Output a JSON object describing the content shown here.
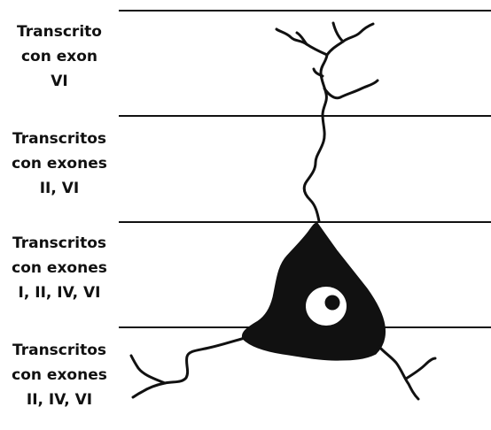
{
  "bands": [
    {
      "lines": [
        "Transcrito",
        "con exon",
        "VI"
      ]
    },
    {
      "lines": [
        "Transcritos",
        "con exones",
        "II, VI"
      ]
    },
    {
      "lines": [
        "Transcritos",
        "con exones",
        "I, II, IV, VI"
      ]
    },
    {
      "lines": [
        "Transcritos",
        "con exones",
        "II, IV, VI"
      ]
    }
  ],
  "colors": {
    "ink": "#111111",
    "background": "#ffffff"
  },
  "icons": {
    "cell": "neuron-icon",
    "nucleus": "nucleus-icon"
  }
}
